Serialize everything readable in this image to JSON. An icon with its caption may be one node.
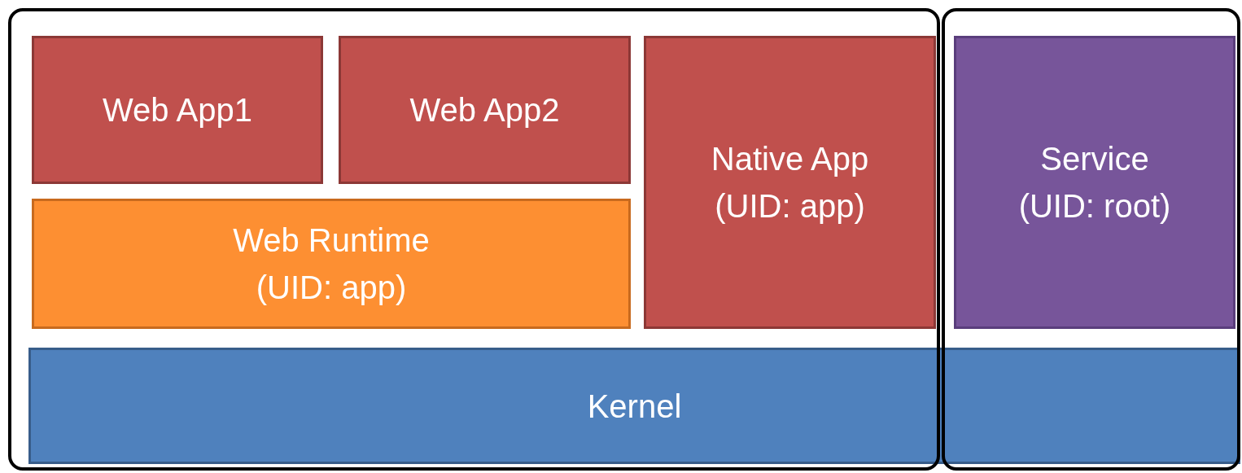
{
  "diagram": {
    "nodes": [
      {
        "text": [],
        "shape": "box"
      },
      {
        "text": [
          "Web App1"
        ],
        "in": 0
      },
      {
        "text": [
          "Web App2"
        ],
        "in": 0
      },
      {
        "text": [
          "Web Runtime",
          "(UID: app)"
        ],
        "in": 0
      },
      {
        "text": [
          "Native App",
          "(UID: app)"
        ],
        "in": 0
      },
      {
        "text": [],
        "shape": "box"
      },
      {
        "text": [
          "Service",
          "(UID: root)"
        ],
        "in": 5
      },
      {
        "text": [
          "Kernel"
        ]
      }
    ]
  }
}
